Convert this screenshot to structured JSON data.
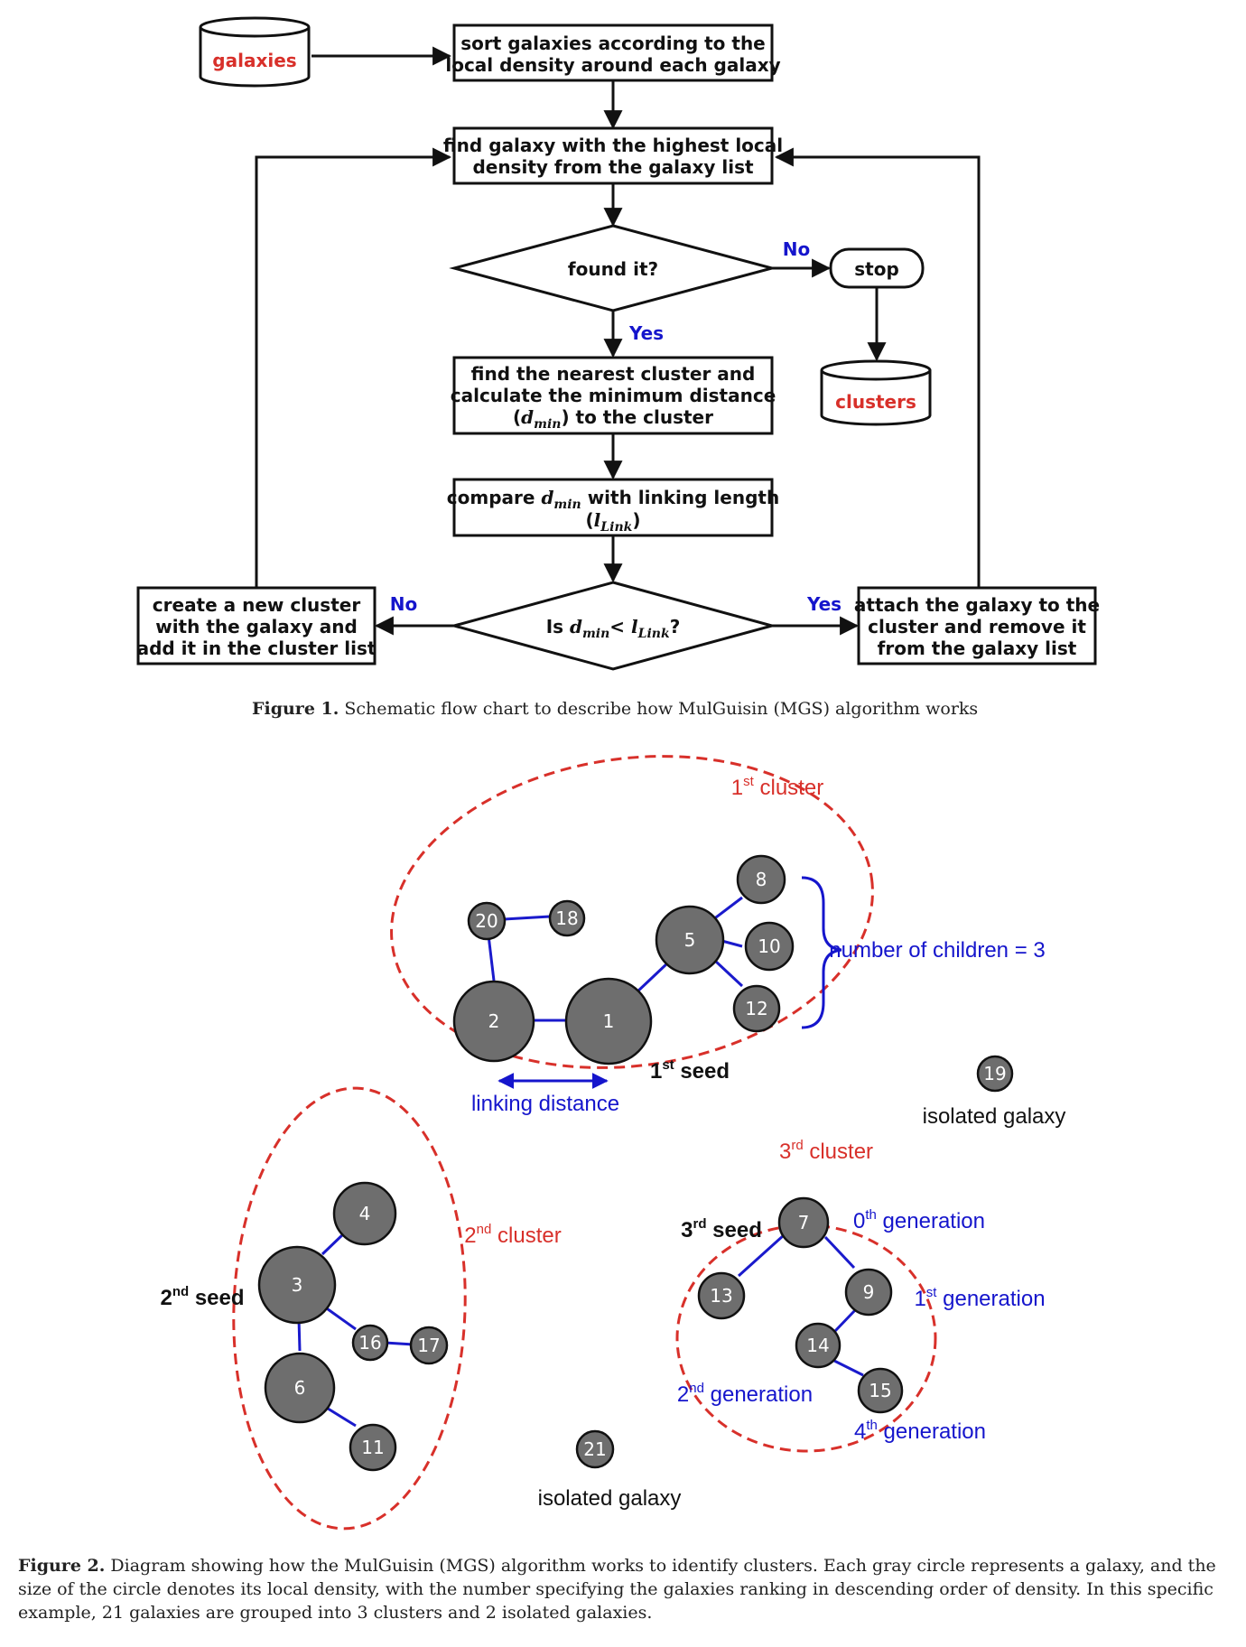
{
  "figure1": {
    "galaxies_label": "galaxies",
    "box_sort": [
      "sort galaxies according to the",
      "local density around each galaxy"
    ],
    "box_find_highest": [
      "find galaxy with the highest local",
      "density from the galaxy list"
    ],
    "decision_found": "found it?",
    "no_label_top": "No",
    "yes_label_top": "Yes",
    "stop_label": "stop",
    "clusters_label": "clusters",
    "box_find_nearest": [
      "find the nearest cluster and",
      "calculate the minimum distance"
    ],
    "box_find_nearest_line3": {
      "open": "(",
      "var": "d",
      "sub": "min",
      "close": ") to the cluster"
    },
    "box_compare": {
      "prefix": "compare ",
      "var": "d",
      "sub": "min",
      "suffix": " with linking length"
    },
    "box_compare_line2": {
      "open": "(",
      "var": "l",
      "sub": "Link",
      "close": ")"
    },
    "decision_is": {
      "prefix": "Is ",
      "var1": "d",
      "sub1": "min",
      "mid": "< ",
      "var2": "l",
      "sub2": "Link",
      "suffix": "?"
    },
    "no_label_bottom": "No",
    "yes_label_bottom": "Yes",
    "box_create": [
      "create a new cluster",
      "with the galaxy and",
      "add it in the cluster list"
    ],
    "box_attach": [
      "attach the galaxy to the",
      "cluster and remove it",
      "from the galaxy list"
    ],
    "caption": {
      "label": "Figure 1.",
      "text": " Schematic flow chart to describe how MulGuisin (MGS) algorithm works"
    }
  },
  "figure2": {
    "galaxies": [
      "1",
      "2",
      "3",
      "4",
      "5",
      "6",
      "7",
      "8",
      "9",
      "10",
      "11",
      "12",
      "13",
      "14",
      "15",
      "16",
      "17",
      "18",
      "19",
      "20",
      "21"
    ],
    "cluster1": {
      "ordinal": "1",
      "sup": "st",
      "word": " cluster"
    },
    "cluster2": {
      "ordinal": "2",
      "sup": "nd",
      "word": " cluster"
    },
    "cluster3": {
      "ordinal": "3",
      "sup": "rd",
      "word": "  cluster"
    },
    "seed1": {
      "ordinal": "1",
      "sup": "st",
      "word": " seed"
    },
    "seed2": {
      "ordinal": "2",
      "sup": "nd",
      "word": " seed"
    },
    "seed3": {
      "ordinal": "3",
      "sup": "rd",
      "word": " seed"
    },
    "number_of_children": "number of children = 3",
    "linking_distance": "linking distance",
    "isolated_galaxy_1": "isolated galaxy",
    "isolated_galaxy_2": "isolated galaxy",
    "gen0": {
      "ordinal": "0",
      "sup": "th",
      "word": " generation"
    },
    "gen1": {
      "ordinal": "1",
      "sup": "st",
      "word": " generation"
    },
    "gen2": {
      "ordinal": "2",
      "sup": "nd",
      "word": " generation"
    },
    "gen4": {
      "ordinal": "4",
      "sup": "th",
      "word": " generation"
    },
    "caption": {
      "label": "Figure 2.",
      "line1": " Diagram showing how the MulGuisin (MGS) algorithm works to identify clusters. Each gray circle represents a galaxy, and the",
      "line2": "size of the circle denotes its local density, with the number specifying the galaxies ranking in descending order of density. In this specific",
      "line3": "example, 21 galaxies are grouped into 3 clusters and 2 isolated galaxies."
    }
  },
  "colors": {
    "red": "#d8302a",
    "blue": "#1515cc",
    "node_gray": "#6e6e6e",
    "black": "#111111"
  }
}
